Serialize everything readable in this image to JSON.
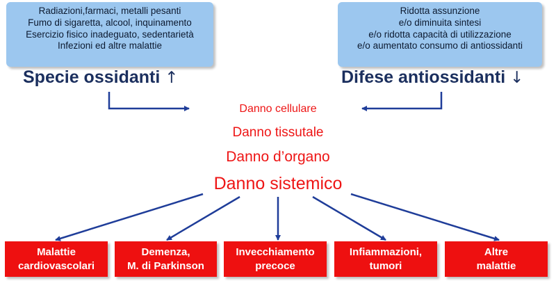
{
  "colors": {
    "cause_box_fill": "#9cc7ef",
    "heading_text": "#1b2f5e",
    "damage_text": "#ee1515",
    "outcome_fill": "#ee1010",
    "arrow": "#1f3d99"
  },
  "left_box": {
    "lines": [
      "Radiazioni,farmaci, metalli pesanti",
      "Fumo di sigaretta, alcool, inquinamento",
      "Esercizio fisico inadeguato, sedentarietà",
      "Infezioni ed altre malattie"
    ]
  },
  "right_box": {
    "lines": [
      "Ridotta assunzione",
      "e/o diminuita sintesi",
      "e/o ridotta capacità di utilizzazione",
      "e/o aumentato consumo di antiossidanti"
    ]
  },
  "left_heading": {
    "text": "Specie ossidanti",
    "arrow": "↑"
  },
  "right_heading": {
    "text": "Difese antiossidanti",
    "arrow": "↓"
  },
  "damage": {
    "cell": "Danno cellulare",
    "tissue": "Danno tissutale",
    "organ": "Danno d’organo",
    "system": "Danno sistemico"
  },
  "outcomes": [
    {
      "line1": "Malattie",
      "line2": "cardiovascolari"
    },
    {
      "line1": "Demenza,",
      "line2": "M. di Parkinson"
    },
    {
      "line1": "Invecchiamento",
      "line2": "precoce"
    },
    {
      "line1": "Infiammazioni,",
      "line2": "tumori"
    },
    {
      "line1": "Altre",
      "line2": "malattie"
    }
  ]
}
